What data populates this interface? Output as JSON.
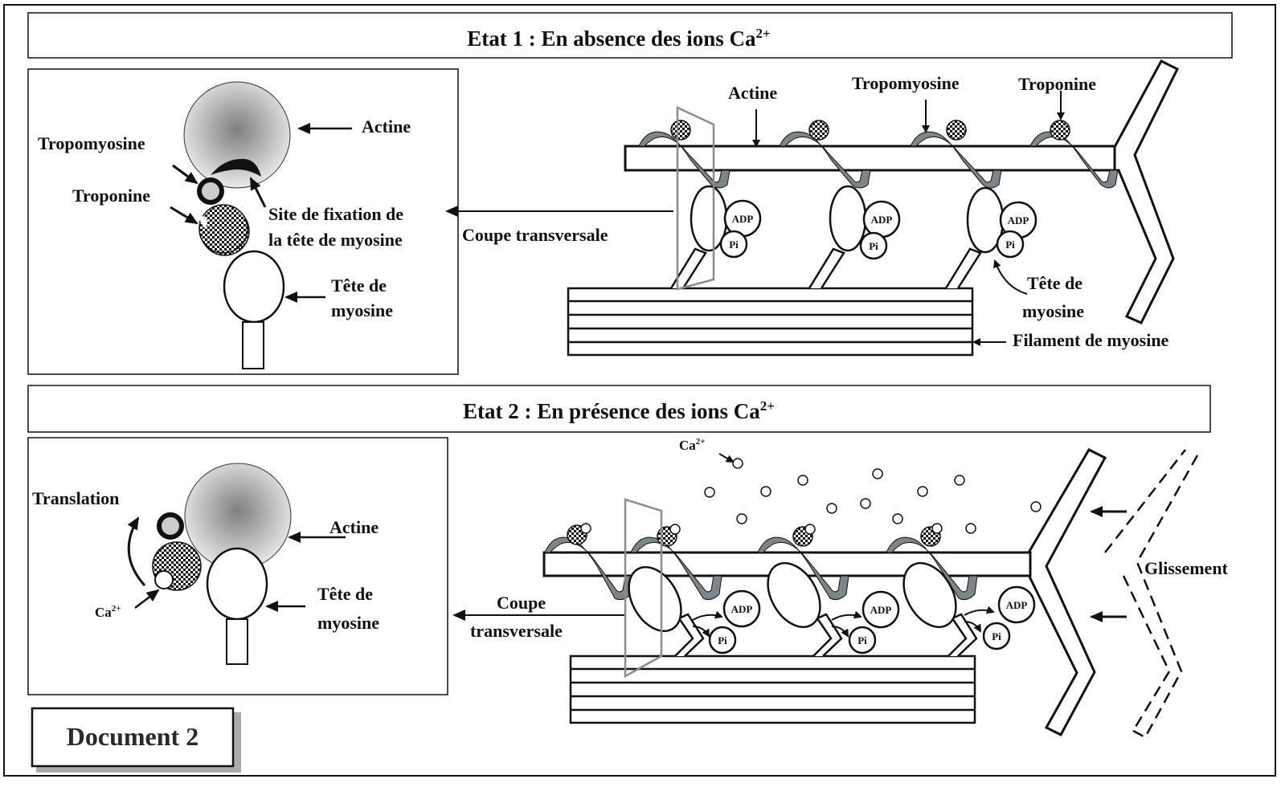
{
  "document_label": "Document 2",
  "state1": {
    "title_main": "Etat 1 : En absence des ions Ca",
    "title_sup": "2+",
    "cross_section": {
      "actine": "Actine",
      "tropomyosine": "Tropomyosine",
      "troponine": "Troponine",
      "site_line1": "Site de fixation de",
      "site_line2": "la tête de myosine",
      "tete_line1": "Tête de",
      "tete_line2": "myosine"
    },
    "arrow_label": "Coupe transversale",
    "filament": {
      "actine": "Actine",
      "tropomyosine": "Tropomyosine",
      "troponine": "Troponine",
      "tete_line1": "Tête de",
      "tete_line2": "myosine",
      "filament_myosine": "Filament de myosine",
      "adp": "ADP",
      "pi": "Pi"
    }
  },
  "state2": {
    "title_main": "Etat 2 : En présence des ions Ca",
    "title_sup": "2+",
    "cross_section": {
      "translation": "Translation",
      "actine": "Actine",
      "tete_line1": "Tête de",
      "tete_line2": "myosine",
      "ca_main": "Ca",
      "ca_sup": "2+"
    },
    "arrow_line1": "Coupe",
    "arrow_line2": "transversale",
    "filament": {
      "ca_main": "Ca",
      "ca_sup": "2+",
      "glissement": "Glissement",
      "adp": "ADP",
      "pi": "Pi"
    }
  },
  "colors": {
    "tropomyosin_ribbon": "#7d8589",
    "cut_plane": "#8c8c8c",
    "actin_center": "#808080",
    "actin_edge": "#e6e6e6"
  }
}
